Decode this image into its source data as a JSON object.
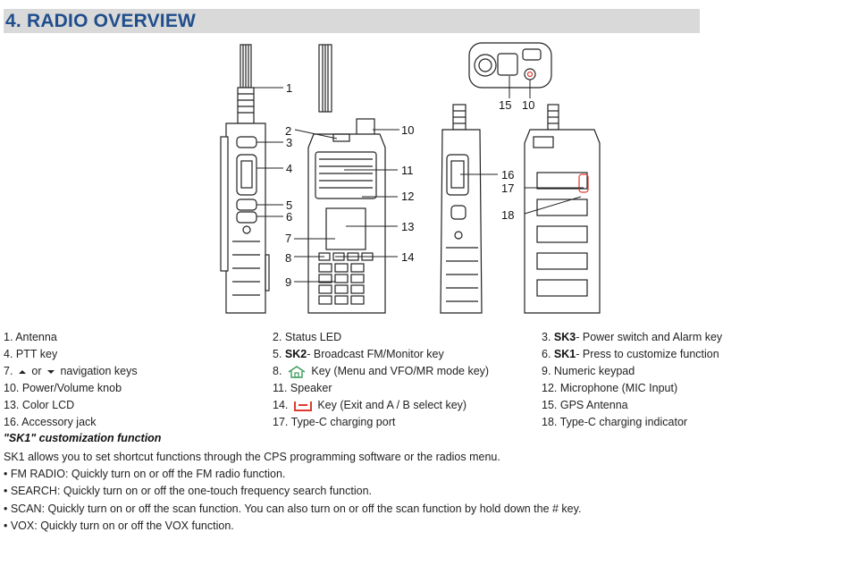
{
  "section": {
    "title": "4. RADIO OVERVIEW"
  },
  "figure": {
    "callouts": [
      "1",
      "2",
      "3",
      "4",
      "5",
      "6",
      "7",
      "8",
      "9",
      "10",
      "11",
      "12",
      "13",
      "14",
      "15",
      "10",
      "16",
      "17",
      "18"
    ]
  },
  "legend": {
    "i1": "1. Antenna",
    "i2": "2. Status LED",
    "i3_num": "3. ",
    "i3_key": "SK3",
    "i3_text": "- Power switch and Alarm key",
    "i4": "4. PTT key",
    "i5_num": "5. ",
    "i5_key": "SK2",
    "i5_text": "- Broadcast FM/Monitor key",
    "i6_num": "6. ",
    "i6_key": "SK1",
    "i6_text": "- Press to customize function",
    "i7_a": "7. ",
    "i7_or": " or ",
    "i7_b": " navigation keys",
    "i8_num": "8. ",
    "i8_text": " Key (Menu and VFO/MR mode key)",
    "i9": "9. Numeric keypad",
    "i10": "10. Power/Volume knob",
    "i11": "11. Speaker",
    "i12": "12. Microphone (MIC Input)",
    "i13": "13. Color LCD",
    "i14_num": "14. ",
    "i14_text": " Key (Exit and A / B select key)",
    "i15": "15. GPS Antenna",
    "i16": "16. Accessory jack",
    "i17": "17. Type-C charging port",
    "i18": "18. Type-C charging indicator"
  },
  "sk1": {
    "title": "\"SK1\" customization function",
    "intro": "SK1 allows you to set shortcut functions through the CPS programming software or the radios menu.",
    "items": [
      "• FM RADIO: Quickly turn on or off the FM radio function.",
      "• SEARCH: Quickly turn on or off the one-touch frequency search function.",
      "• SCAN: Quickly turn on or off the scan function. You can also turn on or off the scan function by hold down the # key.",
      "• VOX: Quickly turn on or off the VOX function."
    ]
  },
  "colors": {
    "header_bg": "#d9d9d9",
    "title": "#1f4e8c",
    "accent_red": "#e03a2f",
    "icon_green": "#3a9a5a"
  },
  "icons": [
    "up-arrow-icon",
    "down-arrow-icon",
    "home-key-icon",
    "exit-key-icon"
  ]
}
